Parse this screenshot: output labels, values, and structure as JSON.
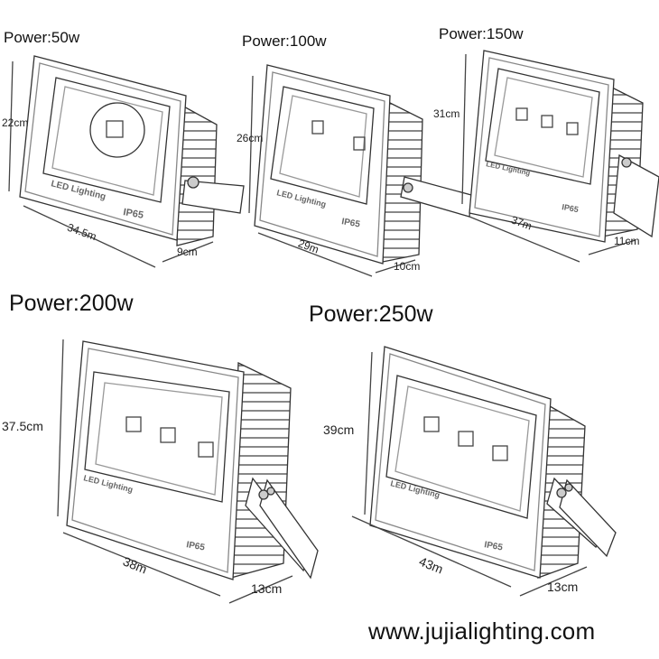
{
  "products": [
    {
      "power": "Power:50w",
      "height": "22cm",
      "width": "34.5m",
      "depth": "9cm",
      "brand": "LED Lighting",
      "rating": "IP65"
    },
    {
      "power": "Power:100w",
      "height": "26cm",
      "width": "29m",
      "depth": "10cm",
      "brand": "LED Lighting",
      "rating": "IP65"
    },
    {
      "power": "Power:150w",
      "height": "31cm",
      "width": "37m",
      "depth": "11cm",
      "brand": "LED Lighting",
      "rating": "IP65"
    },
    {
      "power": "Power:200w",
      "height": "37.5cm",
      "width": "38m",
      "depth": "13cm",
      "brand": "LED Lighting",
      "rating": "IP65"
    },
    {
      "power": "Power:250w",
      "height": "39cm",
      "width": "43m",
      "depth": "13cm",
      "brand": "LED Lighting",
      "rating": "IP65"
    }
  ],
  "website": "www.jujialighting.com",
  "colors": {
    "line": "#333333",
    "fill": "#ffffff",
    "heatsink": "#dddddd"
  }
}
